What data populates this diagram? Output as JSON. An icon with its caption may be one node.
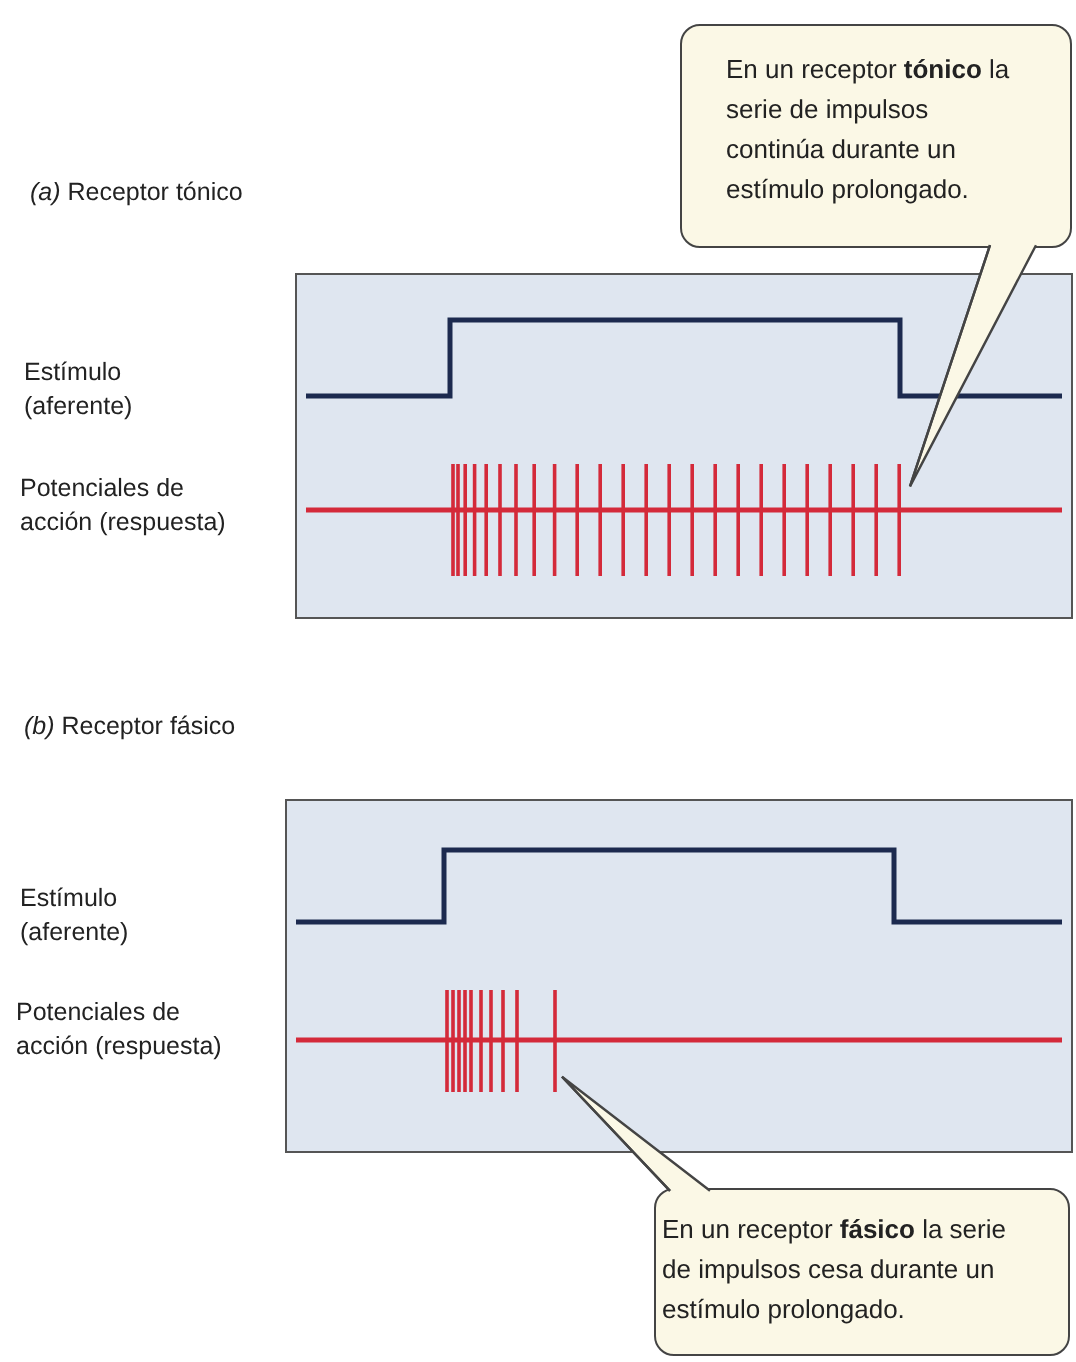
{
  "diagram": {
    "nodes": [
      {
        "text": [
          "En un receptor **tónico** la serie de impulsos continúa durante un estímulo prolongado."
        ]
      },
      {
        "text": [],
        "shape": "picture"
      },
      {
        "text": [],
        "shape": "picture"
      },
      {
        "text": [
          "En un receptor **fásico** la serie de impulsos cesa durante un estímulo prolongado."
        ]
      }
    ],
    "edges": [
      {
        "from": 0,
        "to": 1,
        "arrow": "none"
      },
      {
        "from": 3,
        "to": 2,
        "arrow": "none"
      }
    ],
    "labels": [
      "*(a)* Receptor tónico",
      "Estímulo (aferente)",
      "Potenciales de acción (respuesta)",
      "*(b)* Receptor fásico",
      "Estímulo (aferente)",
      "Potenciales de acción (respuesta)"
    ]
  }
}
